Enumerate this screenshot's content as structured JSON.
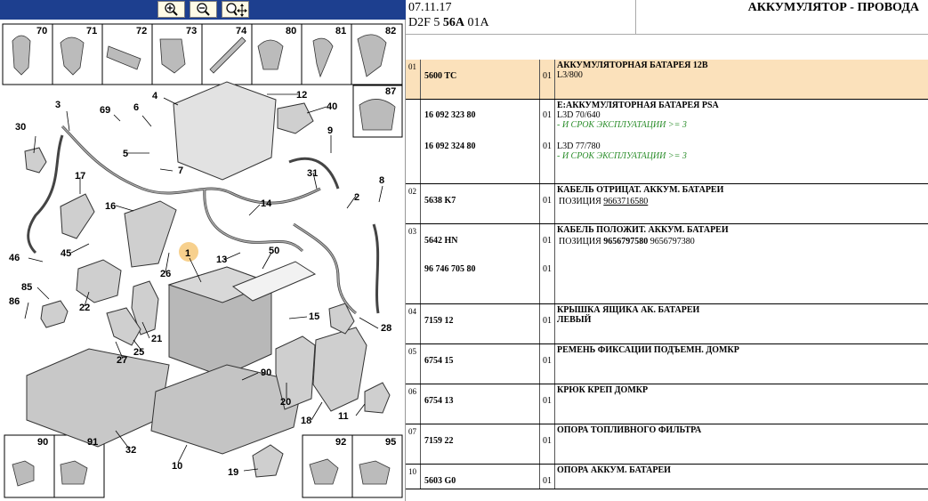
{
  "toolbar": {
    "buttons": [
      {
        "name": "zoom-in-icon"
      },
      {
        "name": "zoom-out-icon"
      },
      {
        "name": "zoom-pan-icon"
      }
    ]
  },
  "diagram": {
    "callouts": [
      "1",
      "2",
      "3",
      "4",
      "5",
      "6",
      "7",
      "8",
      "9",
      "10",
      "11",
      "12",
      "13",
      "14",
      "15",
      "16",
      "17",
      "18",
      "19",
      "20",
      "21",
      "22",
      "25",
      "26",
      "27",
      "28",
      "30",
      "31",
      "32",
      "40",
      "45",
      "46",
      "50",
      "69",
      "85",
      "86",
      "90"
    ],
    "top_boxes": [
      "70",
      "71",
      "72",
      "73",
      "74",
      "80",
      "81",
      "82",
      "87"
    ],
    "bottom_boxes": [
      "90",
      "91",
      "92",
      "95"
    ]
  },
  "header": {
    "date": "07.11.17",
    "model_prefix": "D2F 5 ",
    "model_bold": "56A",
    "model_suffix": " 01A",
    "title": "АККУМУЛЯТОР - ПРОВОДА"
  },
  "table": {
    "rows": [
      {
        "pos": "01",
        "entries": [
          {
            "ref": "5600 TC",
            "qty": "01",
            "desc": "АККУМУЛЯТОРНАЯ БАТАРЕЯ 12В",
            "sub": "L3/800"
          }
        ],
        "highlight": true
      },
      {
        "pos": "",
        "entries": [
          {
            "ref": "16 092 323 80",
            "qty": "01",
            "desc": "E:АККУМУЛЯТОРНАЯ БАТАРЕЯ PSA",
            "sub": "L3D 70/640",
            "note": "- И СРОК ЭКСПЛУАТАЦИИ >= 3"
          },
          {
            "ref": "16 092 324 80",
            "qty": "01",
            "desc": "",
            "sub": "L3D 77/780",
            "note": "- И СРОК ЭКСПЛУАТАЦИИ >= 3"
          }
        ]
      },
      {
        "pos": "02",
        "entries": [
          {
            "ref": "5638 K7",
            "qty": "01",
            "desc": "КАБЕЛЬ ОТРИЦАТ. АККУМ. БАТАРЕИ",
            "sub_label": "ПОЗИЦИЯ",
            "sub_link": "9663716580"
          }
        ]
      },
      {
        "pos": "03",
        "entries": [
          {
            "ref": "5642 HN",
            "qty": "01",
            "desc": "КАБЕЛЬ ПОЛОЖИТ. АККУМ. БАТАРЕИ",
            "sub_label": "ПОЗИЦИЯ",
            "sub_bold": "9656797580",
            "sub_after": "9656797380"
          },
          {
            "ref": "96 746 705 80",
            "qty": "01",
            "desc": ""
          }
        ]
      },
      {
        "pos": "04",
        "entries": [
          {
            "ref": "7159 12",
            "qty": "01",
            "desc": "КРЫШКА ЯЩИКА АК. БАТАРЕИ",
            "desc2": "ЛЕВЫЙ"
          }
        ]
      },
      {
        "pos": "05",
        "entries": [
          {
            "ref": "6754 15",
            "qty": "01",
            "desc": "РЕМЕНЬ ФИКСАЦИИ ПОДЪЕМН. ДОМКР"
          }
        ]
      },
      {
        "pos": "06",
        "entries": [
          {
            "ref": "6754 13",
            "qty": "01",
            "desc": "КРЮК КРЕП ДОМКР"
          }
        ]
      },
      {
        "pos": "07",
        "entries": [
          {
            "ref": "7159 22",
            "qty": "01",
            "desc": "ОПОРА ТОПЛИВНОГО ФИЛЬТРА"
          }
        ]
      },
      {
        "pos": "10",
        "entries": [
          {
            "ref": "5603 G0",
            "qty": "01",
            "desc": "ОПОРА АККУМ. БАТАРЕИ"
          }
        ]
      }
    ]
  },
  "colors": {
    "toolbar_bg": "#1d3f8f",
    "highlight_row": "#fbe1bb",
    "note_green": "#2a8d2a",
    "callout_marker": "#f6c879"
  }
}
